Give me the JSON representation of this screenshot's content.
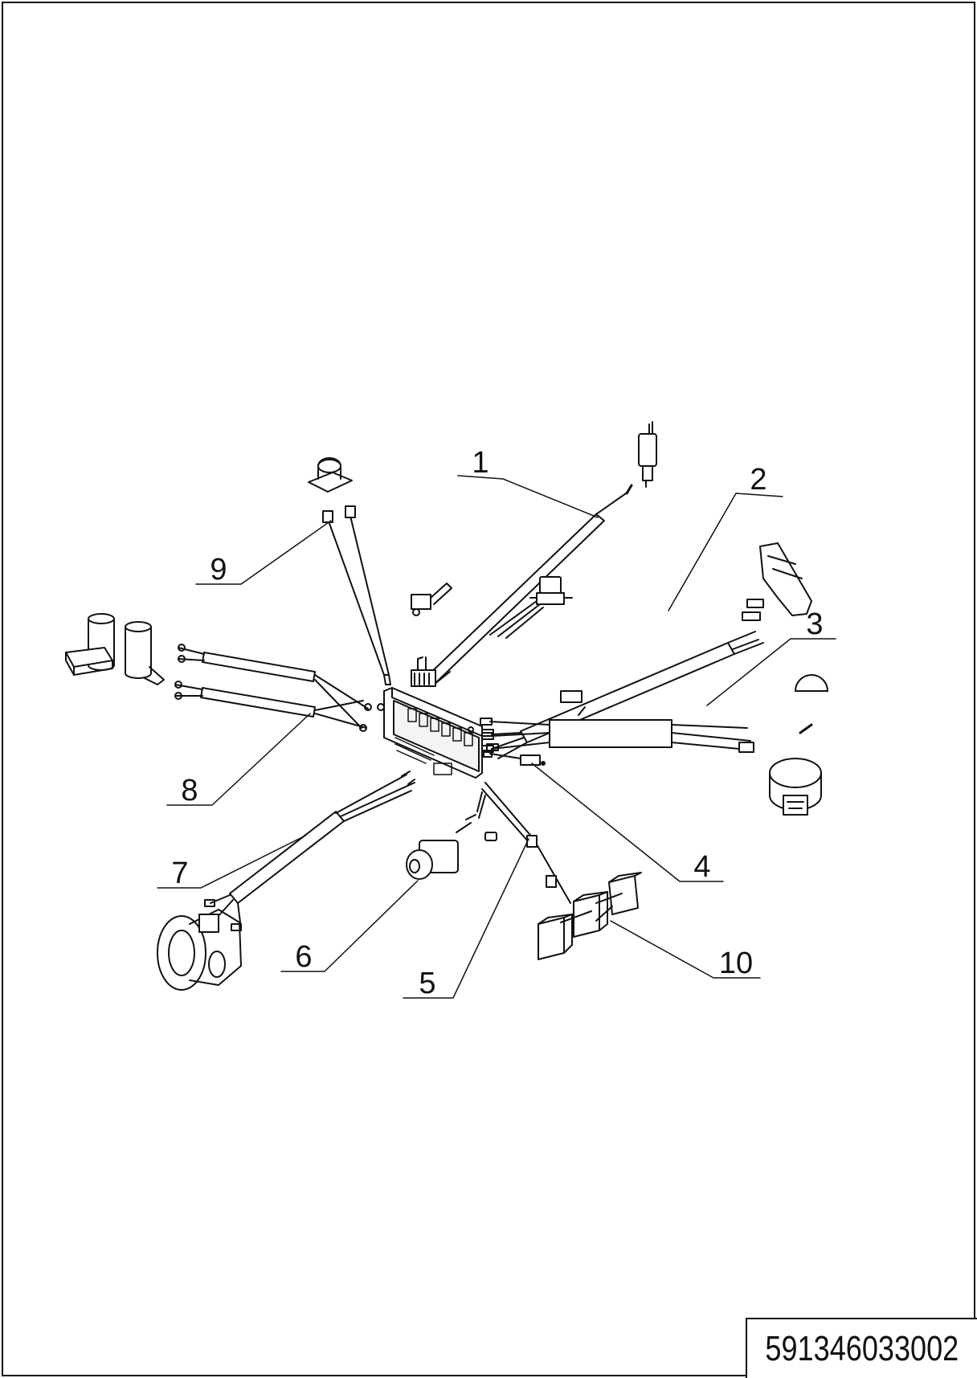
{
  "callouts": [
    {
      "id": "1",
      "label": "1"
    },
    {
      "id": "2",
      "label": "2"
    },
    {
      "id": "3",
      "label": "3"
    },
    {
      "id": "4",
      "label": "4"
    },
    {
      "id": "5",
      "label": "5"
    },
    {
      "id": "6",
      "label": "6"
    },
    {
      "id": "7",
      "label": "7"
    },
    {
      "id": "8",
      "label": "8"
    },
    {
      "id": "9",
      "label": "9"
    },
    {
      "id": "10",
      "label": "10"
    }
  ],
  "title_block": {
    "drawing_number": "591346033002"
  }
}
